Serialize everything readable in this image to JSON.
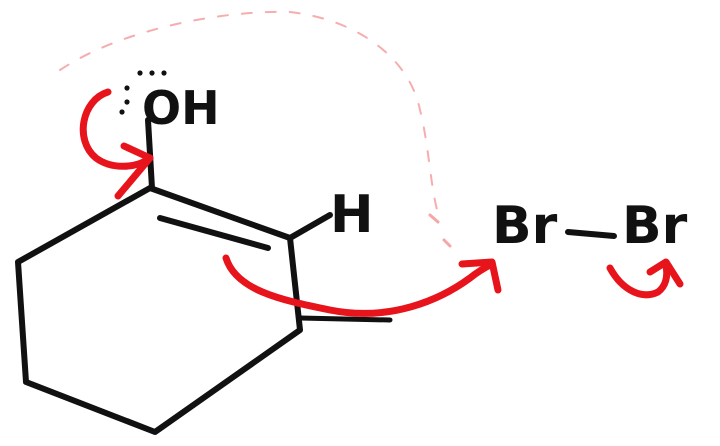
{
  "colors": {
    "background": "#ffffff",
    "ink": "#111111",
    "arrow": "#e8141b",
    "faint_arrow": "#ef6a6a"
  },
  "labels": {
    "hydroxyl": "OH",
    "hydrogen": "H",
    "bromine_left": "Br",
    "bond": "—",
    "bromine_right": "Br"
  }
}
